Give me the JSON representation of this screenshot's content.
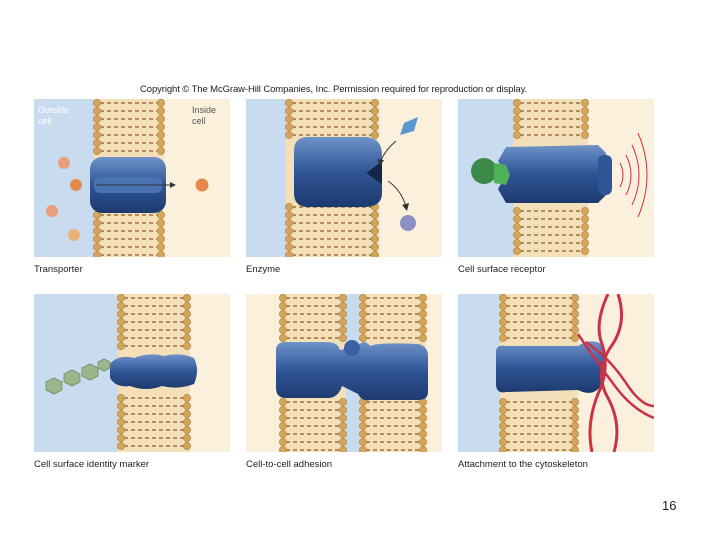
{
  "copyright": "Copyright © The McGraw-Hill Companies, Inc. Permission required for reproduction or display.",
  "panels": [
    {
      "caption": "Transporter",
      "outside_label_1": "Outside",
      "outside_label_2": "cell",
      "inside_label_1": "Inside",
      "inside_label_2": "cell"
    },
    {
      "caption": "Enzyme"
    },
    {
      "caption": "Cell surface receptor"
    },
    {
      "caption": "Cell surface identity marker"
    },
    {
      "caption": "Cell-to-cell adhesion"
    },
    {
      "caption": "Attachment to the cytoskeleton"
    }
  ],
  "page_number": "16",
  "colors": {
    "extracellular": "#c9dcef",
    "cytoplasm": "#fbf0dc",
    "lipid_head": "#d4a65a",
    "lipid_tail": "#8a5a2b",
    "protein": "#2f5596",
    "protein_light": "#6e93c9",
    "ion": "#e58a4a",
    "receptor_ligand": "#3c8a4a",
    "identity_marker": "#9ab68a",
    "cytoskeleton": "#c8334a"
  }
}
